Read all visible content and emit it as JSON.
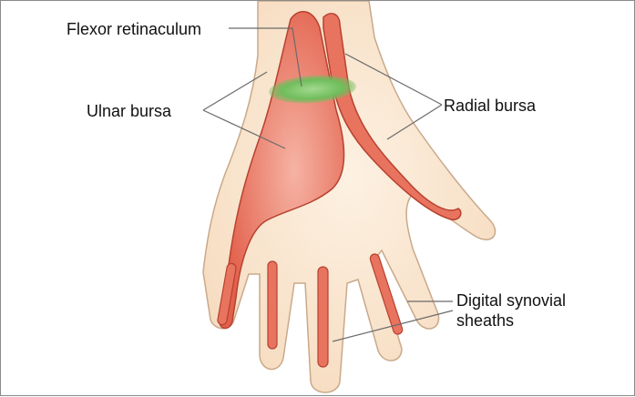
{
  "labels": {
    "flexor_retinaculum": "Flexor retinaculum",
    "ulnar_bursa": "Ulnar bursa",
    "radial_bursa": "Radial bursa",
    "digital_synovial_sheaths": "Digital synovial\nsheaths"
  },
  "colors": {
    "skin_fill": "#fbe8d2",
    "skin_outline": "#c9a98a",
    "bursa_fill": "#e8735f",
    "bursa_highlight": "#f4a898",
    "bursa_outline": "#b7412f",
    "retinaculum": "#7cc36a",
    "leader_line": "#6b6b6b"
  }
}
